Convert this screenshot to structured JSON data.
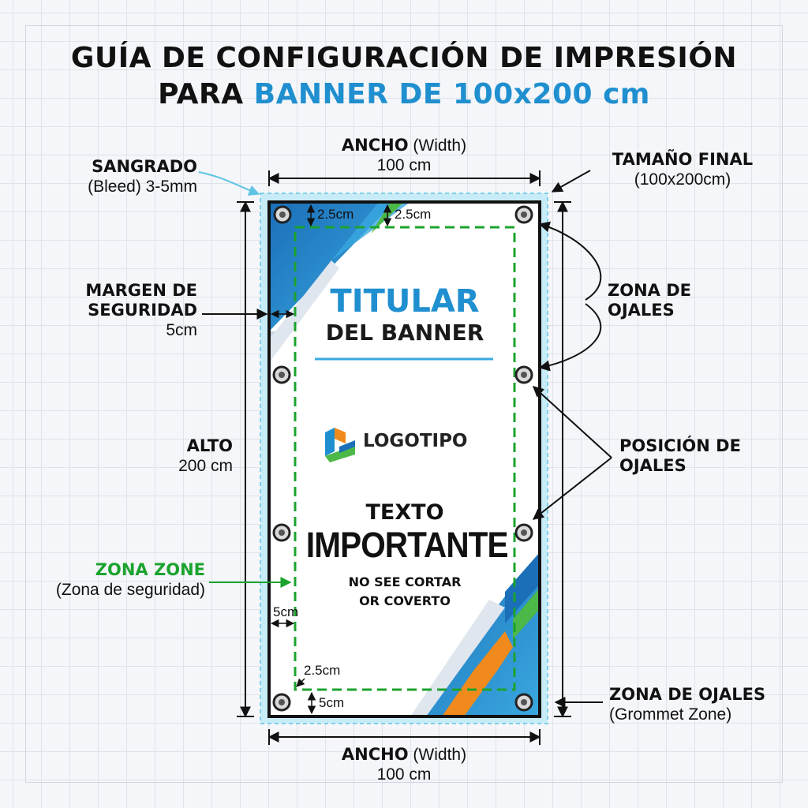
{
  "title": {
    "line1": "GUÍA DE CONFIGURACIÓN DE IMPRESIÓN",
    "line2_prefix": "PARA ",
    "line2_accent": "BANNER DE 100x200 cm"
  },
  "labels": {
    "ancho_top": {
      "bold": "ANCHO",
      "rest": " (Width)",
      "value": "100 cm"
    },
    "ancho_bottom": {
      "bold": "ANCHO",
      "rest": " (Width)",
      "value": "100 cm"
    },
    "sangrado": {
      "title": "SANGRADO",
      "sub": "(Bleed) 3-5mm"
    },
    "tamano_final": {
      "title": "TAMAÑO FINAL",
      "sub": "(100x200cm)"
    },
    "margen": {
      "line1": "MARGEN DE",
      "line2": "SEGURIDAD",
      "value": "5cm"
    },
    "zona_ojales": {
      "line1": "ZONA DE",
      "line2": "OJALES"
    },
    "alto": {
      "title": "ALTO",
      "value": "200 cm"
    },
    "posicion": {
      "line1": "POSICIÓN DE",
      "line2": "OJALES"
    },
    "zona_zone": {
      "title": "ZONA ZONE",
      "sub": "(Zona de seguridad)"
    },
    "zona_ojales_bottom": {
      "title": "ZONA DE OJALES",
      "sub": "(Grommet Zone)"
    }
  },
  "measurements": {
    "top_left": "2.5cm",
    "top_right": "2.5cm",
    "left_margin": "5cm",
    "bottom_corner": "2.5cm",
    "bottom_margin": "5cm"
  },
  "banner": {
    "headline1": "TITULAR",
    "headline2": "DEL BANNER",
    "logo_text": "LOGOTIPO",
    "text1": "TEXTO",
    "text2": "IMPORTANTE",
    "text3": "NO SEE CORTAR",
    "text4": "OR COVERTO"
  },
  "colors": {
    "accent_blue": "#1f8fcf",
    "safe_green": "#1ba32e",
    "bleed_cyan": "#7fd0ea",
    "orange": "#f08a1c"
  }
}
